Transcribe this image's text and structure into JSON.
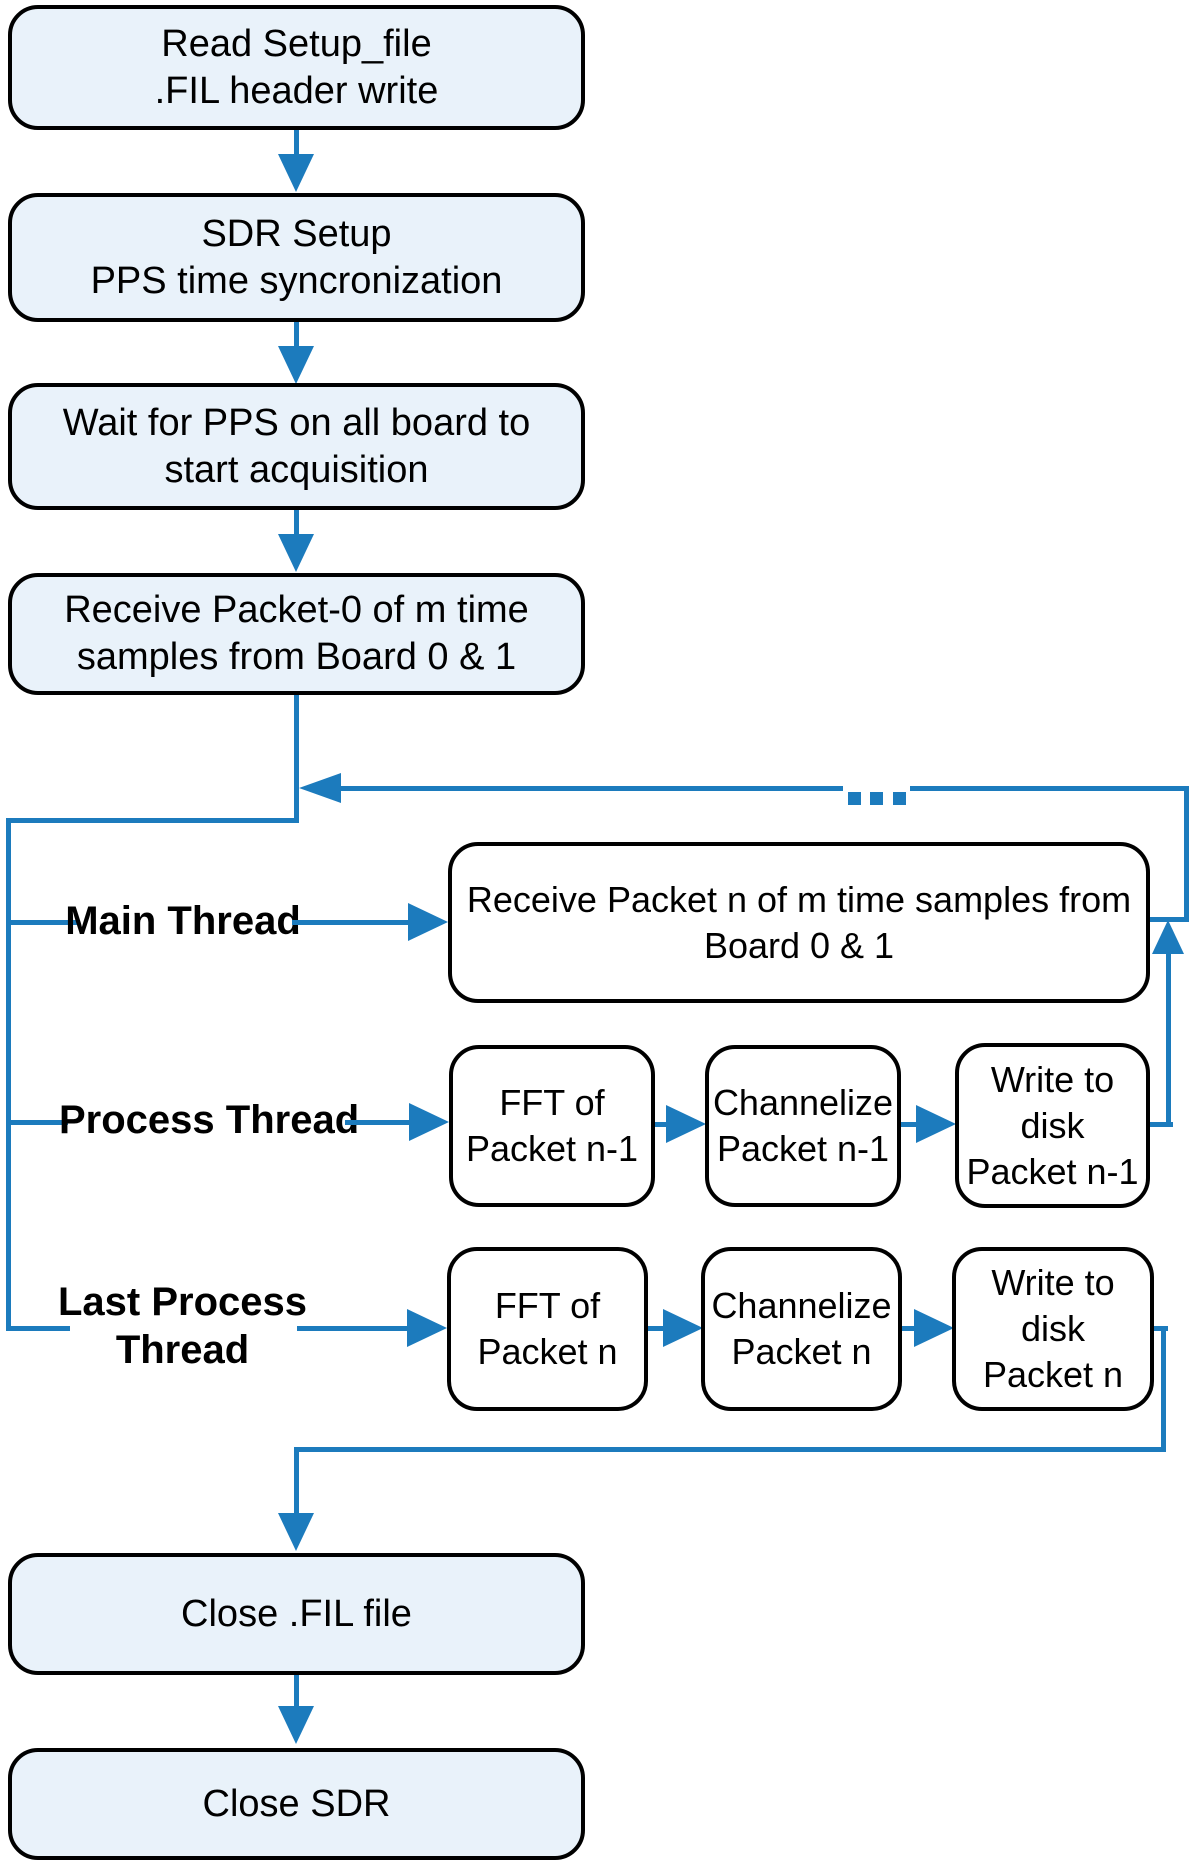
{
  "colors": {
    "accent": "#1c7bbd",
    "node_fill": "#e9f2fa",
    "node_border": "#000000",
    "white_fill": "#ffffff",
    "text": "#000000"
  },
  "nodes": {
    "read_setup": {
      "lines": [
        "Read Setup_file",
        ".FIL header write"
      ]
    },
    "sdr_setup": {
      "lines": [
        "SDR Setup",
        "PPS time syncronization"
      ]
    },
    "wait_pps": {
      "lines": [
        "Wait for PPS on all board to",
        "start acquisition"
      ]
    },
    "receive_p0": {
      "lines": [
        "Receive Packet-0 of m time",
        "samples from Board 0 & 1"
      ]
    },
    "receive_pn": {
      "lines": [
        "Receive Packet n of m time samples from",
        "Board 0 & 1"
      ]
    },
    "fft_n1": {
      "lines": [
        "FFT of",
        "Packet n-1"
      ]
    },
    "channelize_n1": {
      "lines": [
        "Channelize",
        "Packet n-1"
      ]
    },
    "write_n1": {
      "lines": [
        "Write to",
        "disk",
        "Packet n-1"
      ]
    },
    "fft_n": {
      "lines": [
        "FFT of",
        "Packet n"
      ]
    },
    "channelize_n": {
      "lines": [
        "Channelize",
        "Packet n"
      ]
    },
    "write_n": {
      "lines": [
        "Write to",
        "disk",
        "Packet n"
      ]
    },
    "close_fil": {
      "lines": [
        "Close .FIL file"
      ]
    },
    "close_sdr": {
      "lines": [
        "Close SDR"
      ]
    }
  },
  "labels": {
    "main_thread": "Main Thread",
    "process_thread": "Process Thread",
    "last_process_thread_lines": [
      "Last Process",
      "Thread"
    ]
  },
  "loop": {
    "ellipsis": "..."
  }
}
